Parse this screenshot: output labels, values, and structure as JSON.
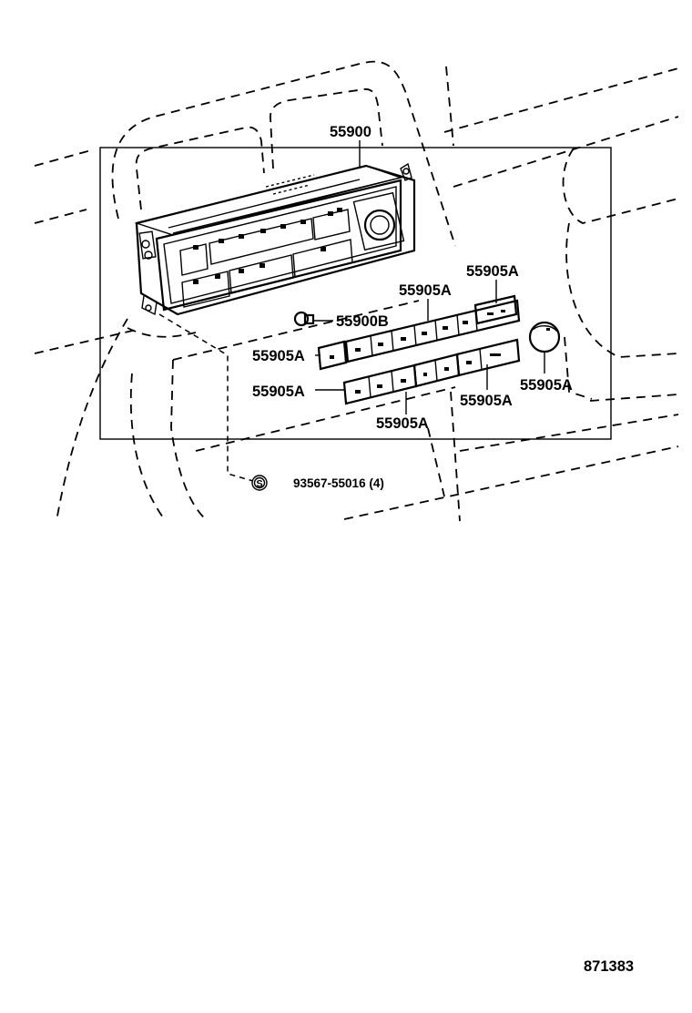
{
  "diagram": {
    "part_labels": {
      "climate_control_assembly": "55900",
      "bulb": "55900B",
      "knob_top_right": "55905A",
      "knob_top_middle": "55905A",
      "knob_left_upper": "55905A",
      "knob_left_lower": "55905A",
      "knob_bottom_middle": "55905A",
      "knob_bottom_right": "55905A",
      "knob_dial": "55905A"
    },
    "screw": {
      "symbol": "S",
      "part_number": "93567-55016",
      "quantity": "(4)"
    },
    "illustration_number": "871383"
  }
}
